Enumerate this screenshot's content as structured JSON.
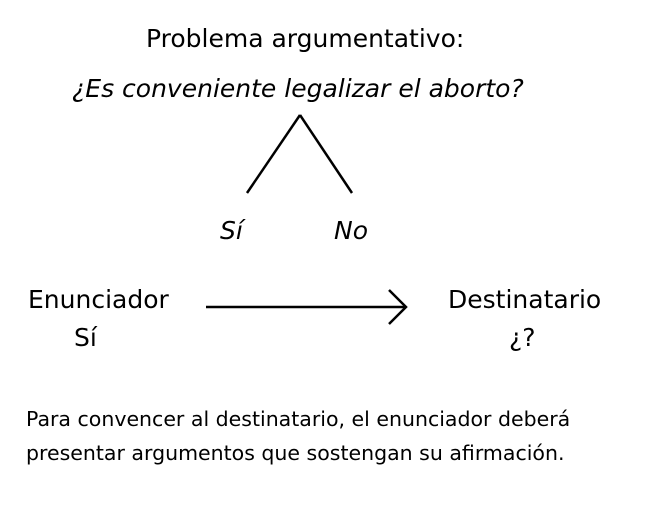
{
  "diagram": {
    "title": "Problema argumentativo:",
    "question": "¿Es conveniente legalizar el aborto?",
    "options": {
      "yes": "Sí",
      "no": "No"
    },
    "sender": {
      "label": "Enunciador",
      "answer": "Sí"
    },
    "receiver": {
      "label": "Destinatario",
      "answer": "¿?"
    },
    "note_lines": [
      "Para convencer al destinatario, el enunciador deberá",
      "presentar argumentos que sostengan su afirmación."
    ]
  }
}
